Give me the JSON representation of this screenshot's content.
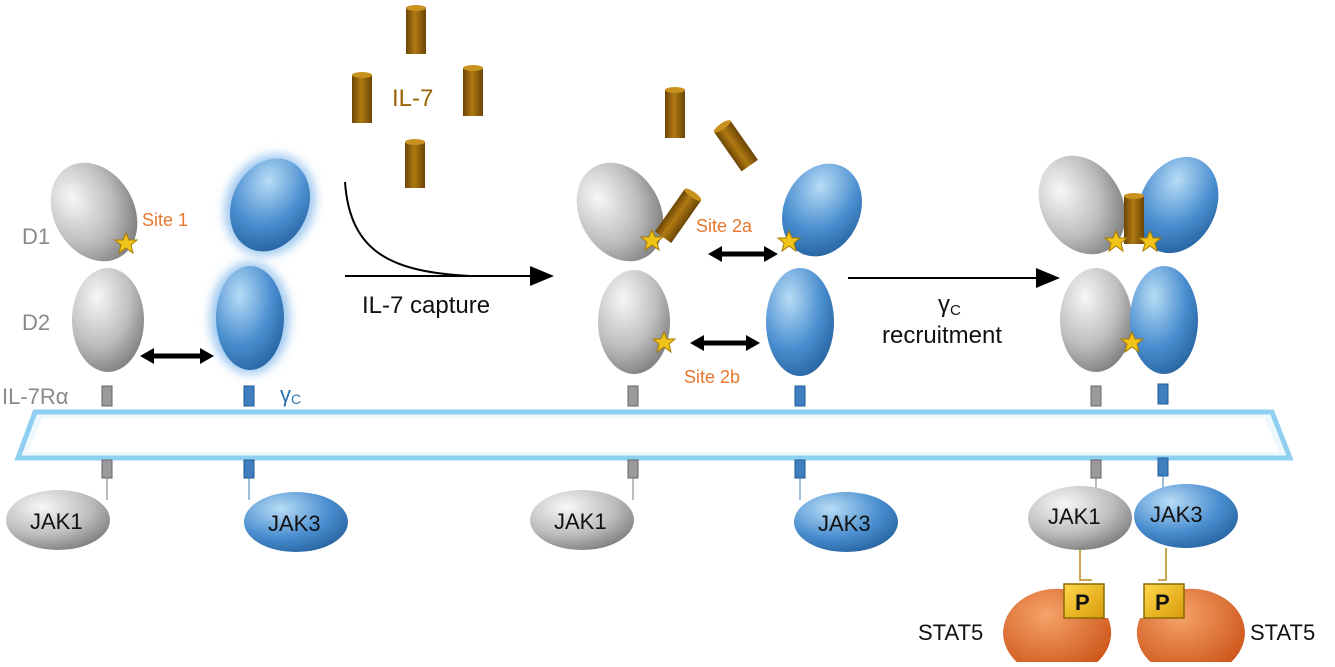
{
  "labels": {
    "d1": "D1",
    "d2": "D2",
    "il7ra": "IL-7Rα",
    "gamma_c": "γ",
    "gamma_c_sub": "C",
    "site1": "Site 1",
    "site2a": "Site 2a",
    "site2b": "Site 2b",
    "il7": "IL-7",
    "step1": "IL-7 capture",
    "step2_line1": "γ",
    "step2_line1_sub": "C",
    "step2_line2": "recruitment",
    "jak1": "JAK1",
    "jak3": "JAK3",
    "stat5": "STAT5",
    "phospho": "P"
  },
  "colors": {
    "grey_receptor": "#9a9a9a",
    "blue_receptor": "#3f7fbf",
    "il7_cytokine": "#9a6508",
    "site_label": "#e8772e",
    "gamma_label": "#2e74b5",
    "membrane": "#bfe4f8",
    "stat5": "#e0651e",
    "phospho": "#f1bd1a"
  }
}
